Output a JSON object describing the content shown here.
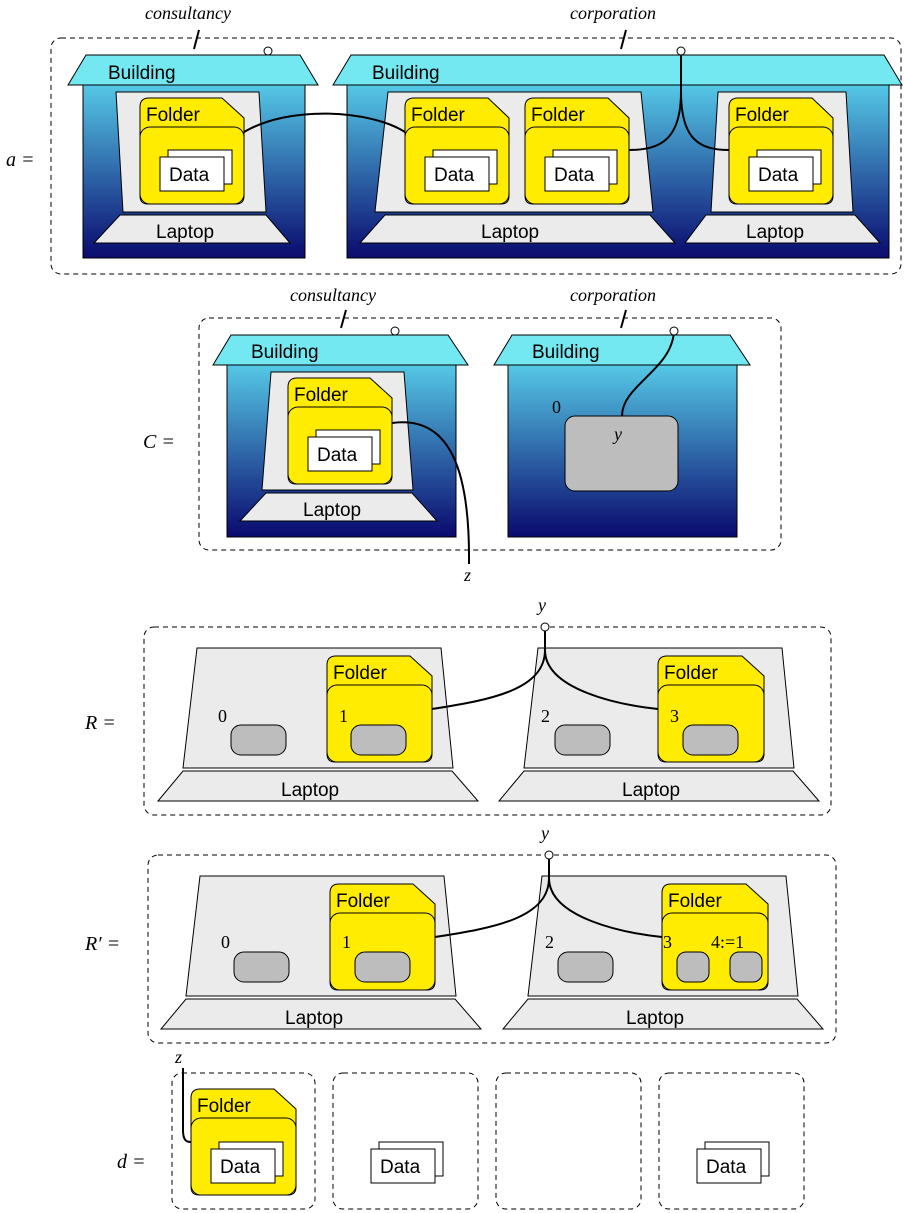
{
  "colors": {
    "roof": "#73e8f0",
    "wall_top": "#55c8e6",
    "wall_bottom": "#0a0a6e",
    "laptop": "#ebebeb",
    "folder": "#ffec00",
    "hole": "#bdbdbd",
    "paper": "#ffffff"
  },
  "labels": {
    "building": "Building",
    "laptop": "Laptop",
    "folder": "Folder",
    "data": "Data",
    "consultancy": "consultancy",
    "corporation": "corporation"
  },
  "sections": {
    "a": {
      "label": "a ="
    },
    "C": {
      "label": "C ="
    },
    "R": {
      "label": "R ="
    },
    "R_prime": {
      "label": "R′ ="
    },
    "d": {
      "label": "d ="
    }
  },
  "names": {
    "y": "y",
    "z": "z"
  },
  "site_indices": {
    "s0": "0",
    "s1": "1",
    "s2": "2",
    "s3": "3",
    "s4": "4:=1"
  }
}
